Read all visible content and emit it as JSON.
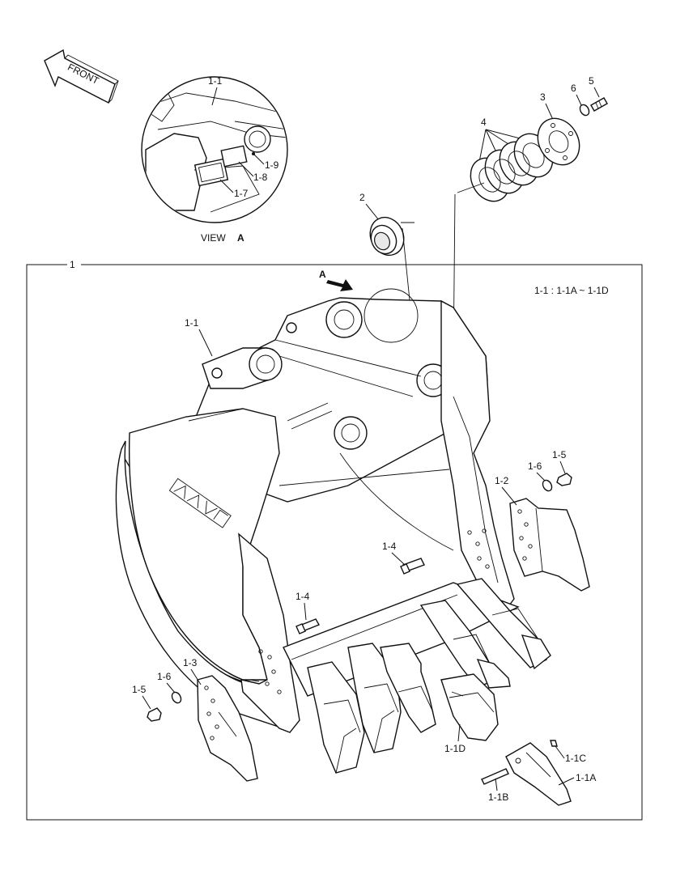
{
  "front_arrow": {
    "label": "FRONT"
  },
  "view": {
    "caption": "VIEW",
    "letter": "A"
  },
  "view_arrow_letter": "A",
  "assembly_number": "1",
  "note": "1-1 : 1-1A ~ 1-1D",
  "callouts": {
    "c1_1_view": "1-1",
    "c1_9": "1-9",
    "c1_8": "1-8",
    "c1_7": "1-7",
    "c2": "2",
    "c3": "3",
    "c4": "4",
    "c5": "5",
    "c6": "6",
    "c1_1": "1-1",
    "c1_2": "1-2",
    "c1_5_r": "1-5",
    "c1_6_r": "1-6",
    "c1_4_r": "1-4",
    "c1_4_l": "1-4",
    "c1_3": "1-3",
    "c1_6_l": "1-6",
    "c1_5_l": "1-5",
    "c1_1d": "1-1D",
    "c1_1c": "1-1C",
    "c1_1a": "1-1A",
    "c1_1b": "1-1B"
  },
  "icons": {
    "front_arrow": "front-arrow-icon",
    "view_arrow": "view-direction-arrow-icon"
  }
}
